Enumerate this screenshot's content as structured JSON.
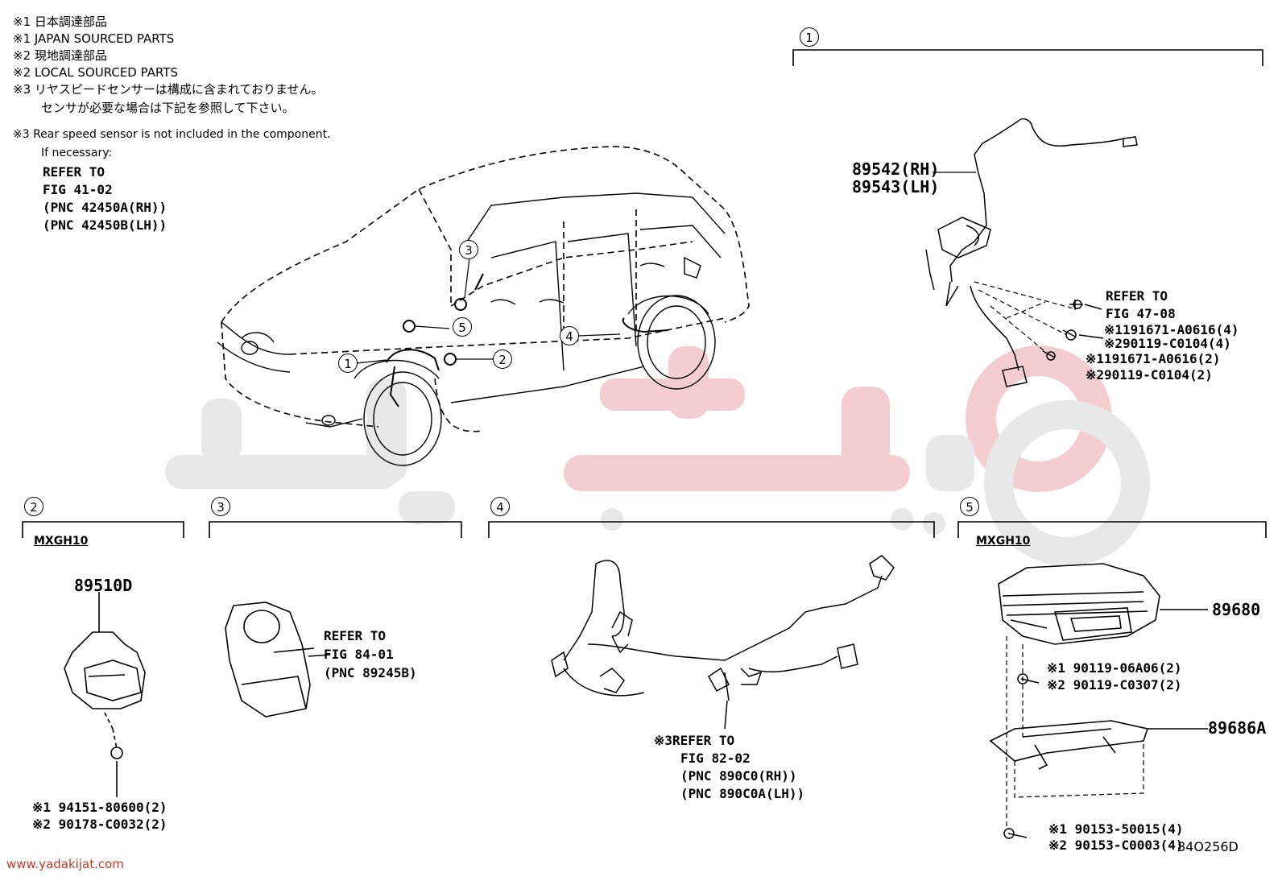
{
  "notes": {
    "n1_jp": "※1 日本調達部品",
    "n1_en": "※1 JAPAN SOURCED PARTS",
    "n2_jp": "※2 現地調達部品",
    "n2_en": "※2 LOCAL SOURCED PARTS",
    "n3_jp_a": "※3 リヤスピードセンサーは構成に含まれておりません。",
    "n3_jp_b": "センサが必要な場合は下記を参照して下さい。",
    "n3_en": "※3 Rear speed sensor is not included in the component.",
    "n3_if": "If necessary:",
    "n3_ref": [
      "REFER TO",
      "FIG 41-02",
      "(PNC 42450A(RH))",
      "(PNC 42450B(LH))"
    ]
  },
  "overview_callouts": [
    "1",
    "2",
    "3",
    "4",
    "5"
  ],
  "sections": {
    "s1": {
      "num": "1",
      "parts": [
        "89542(RH)",
        "89543(LH)"
      ],
      "refer": [
        "REFER TO",
        "FIG 47-08"
      ],
      "fasteners": [
        "※1191671-A0616(4)",
        "※290119-C0104(4)",
        "※1191671-A0616(2)",
        "※290119-C0104(2)"
      ]
    },
    "s2": {
      "num": "2",
      "model": "MXGH10",
      "part": "89510D",
      "fasteners": [
        "※1 94151-80600(2)",
        "※2 90178-C0032(2)"
      ]
    },
    "s3": {
      "num": "3",
      "refer": [
        "REFER TO",
        "FIG 84-01",
        "(PNC 89245B)"
      ]
    },
    "s4": {
      "num": "4",
      "refer": [
        "※3REFER TO",
        "FIG 82-02",
        "(PNC 890C0(RH))",
        "(PNC 890C0A(LH))"
      ]
    },
    "s5": {
      "num": "5",
      "model": "MXGH10",
      "parts": [
        "89680",
        "89686A"
      ],
      "fasteners_a": [
        "※1 90119-06A06(2)",
        "※2 90119-C0307(2)"
      ],
      "fasteners_b": [
        "※1 90153-50015(4)",
        "※2 90153-C0003(4)"
      ]
    }
  },
  "footer": "www.yadakijat.com",
  "figure_code": "84O256D",
  "colors": {
    "watermark_gray": "#e6e6e6",
    "watermark_red": "#f3c9cd",
    "footer_red": "#c0392b"
  }
}
